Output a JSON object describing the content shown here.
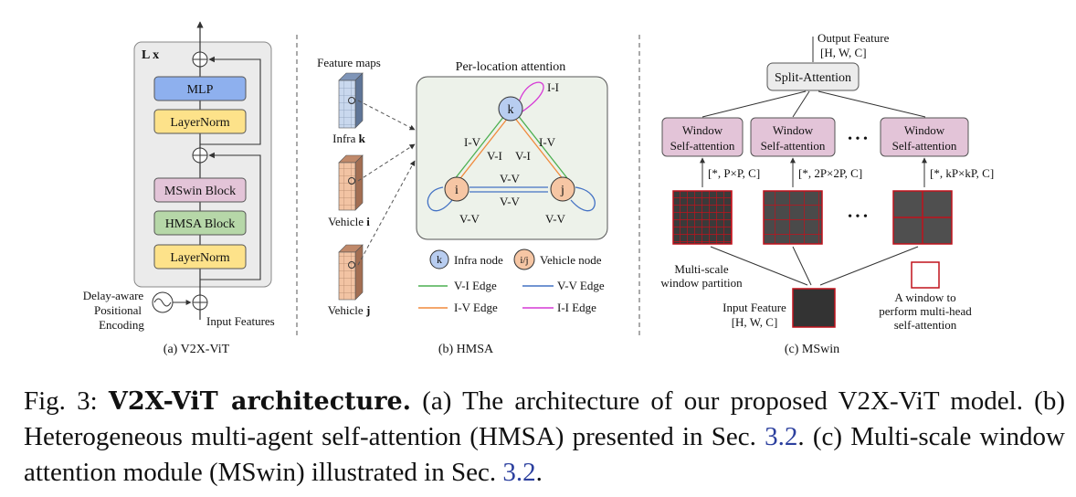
{
  "panel_a": {
    "repeat_label": "L x",
    "mlp": "MLP",
    "layernorm_top": "LayerNorm",
    "mswin_block": "MSwin Block",
    "hmsa_block": "HMSA Block",
    "layernorm_bottom": "LayerNorm",
    "pe_line1": "Delay-aware",
    "pe_line2": "Positional",
    "pe_line3": "Encoding",
    "input_features": "Input Features",
    "caption": "(a) V2X-ViT",
    "colors": {
      "mlp": "#8eb0ee",
      "layernorm": "#fde28a",
      "mswin": "#e3c4d8",
      "hmsa": "#b6d7a8",
      "container": "#ebebeb"
    }
  },
  "panel_b": {
    "feature_maps": "Feature maps",
    "infra_label": "Infra ",
    "infra_symbol": "k",
    "vehicle_i_label": "Vehicle ",
    "vehicle_i_symbol": "i",
    "vehicle_j_label": "Vehicle ",
    "vehicle_j_symbol": "j",
    "attention_title": "Per-location attention",
    "node_k": "k",
    "node_i": "i",
    "node_j": "j",
    "edge_ii": "I-I",
    "edge_iv_left": "I-V",
    "edge_vi_left": "V-I",
    "edge_vi_right": "V-I",
    "edge_iv_right": "I-V",
    "edge_vv_top": "V-V",
    "edge_vv_bottom": "V-V",
    "edge_vv_self_i": "V-V",
    "edge_vv_self_j": "V-V",
    "legend": {
      "infra_node_symbol": "k",
      "infra_node": "Infra node",
      "vehicle_node_symbol": "i/j",
      "vehicle_node": "Vehicle node",
      "vi_edge": "V-I Edge",
      "vv_edge": "V-V Edge",
      "iv_edge": "I-V Edge",
      "ii_edge": "I-I Edge"
    },
    "caption": "(b) HMSA",
    "colors": {
      "vi": "#4caf50",
      "vv": "#4472c4",
      "iv": "#f08a3c",
      "ii": "#d63ad6",
      "infra_node": "#b8cdf0",
      "vehicle_node": "#f6c6a4"
    }
  },
  "panel_c": {
    "output_feature": "Output Feature",
    "output_shape": "[H, W, C]",
    "split_attention": "Split-Attention",
    "window_line1": "Window",
    "window_line2": "Self-attention",
    "ellipsis": "• • •",
    "shape_1": "[*, P×P, C]",
    "shape_2": "[*, 2P×2P, C]",
    "shape_3": "[*, kP×kP, C]",
    "partition_line1": "Multi-scale",
    "partition_line2": "window partition",
    "input_feature": "Input Feature",
    "input_shape": "[H, W, C]",
    "window_desc_line1": "A window to",
    "window_desc_line2": "perform multi-head",
    "window_desc_line3": "self-attention",
    "caption": "(c) MSwin",
    "colors": {
      "window_box": "#e3c4d8",
      "split_box": "#ececec",
      "grid": "#c0121c"
    }
  },
  "caption": {
    "prefix": "Fig. 3: ",
    "title": "V2X-ViT architecture.",
    "text_1": " (a) The architecture of our proposed V2X-ViT model. (b) Heterogeneous multi-agent self-attention (HMSA) presented in Sec. ",
    "ref_1": "3.2",
    "text_2": ". (c) Multi-scale window attention module (MSwin) illustrated in Sec. ",
    "ref_2": "3.2",
    "text_3": "."
  }
}
